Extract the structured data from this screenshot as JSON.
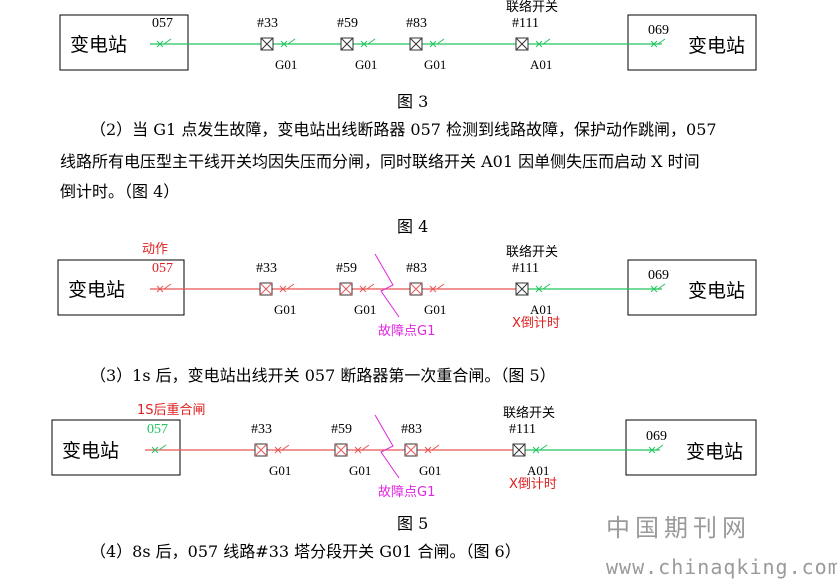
{
  "colors": {
    "energized": "#22c55e",
    "deenergized": "#e85555",
    "fault": "#e026e0",
    "text": "#000000",
    "alarm": "#e02020",
    "normal": "#000000"
  },
  "diagrams": [
    {
      "id": "fig3",
      "left_station": "变电站",
      "right_station": "变电站",
      "left_breaker": {
        "label": "057",
        "state": "closed"
      },
      "right_breaker": {
        "label": "069",
        "state": "closed"
      },
      "tie_label": "联络开关",
      "switches": [
        {
          "id": "#33",
          "sub": "G01",
          "state": "closed"
        },
        {
          "id": "#59",
          "sub": "G01",
          "state": "closed"
        },
        {
          "id": "#83",
          "sub": "G01",
          "state": "closed"
        },
        {
          "id": "#111",
          "sub": "A01",
          "state": "open"
        }
      ],
      "left_line_energized": true,
      "annotations": {
        "breaker_action": "",
        "fault_label": "",
        "tie_note": ""
      }
    },
    {
      "id": "fig4",
      "left_station": "变电站",
      "right_station": "变电站",
      "left_breaker": {
        "label": "057",
        "state": "open"
      },
      "right_breaker": {
        "label": "069",
        "state": "closed"
      },
      "tie_label": "联络开关",
      "switches": [
        {
          "id": "#33",
          "sub": "G01",
          "state": "open"
        },
        {
          "id": "#59",
          "sub": "G01",
          "state": "open"
        },
        {
          "id": "#83",
          "sub": "G01",
          "state": "open"
        },
        {
          "id": "#111",
          "sub": "A01",
          "state": "open"
        }
      ],
      "left_line_energized": false,
      "annotations": {
        "breaker_action": "动作",
        "fault_label": "故障点G1",
        "tie_note": "X倒计时"
      }
    },
    {
      "id": "fig5",
      "left_station": "变电站",
      "right_station": "变电站",
      "left_breaker": {
        "label": "057",
        "state": "closed"
      },
      "right_breaker": {
        "label": "069",
        "state": "closed"
      },
      "tie_label": "联络开关",
      "switches": [
        {
          "id": "#33",
          "sub": "G01",
          "state": "open"
        },
        {
          "id": "#59",
          "sub": "G01",
          "state": "open"
        },
        {
          "id": "#83",
          "sub": "G01",
          "state": "open"
        },
        {
          "id": "#111",
          "sub": "A01",
          "state": "open"
        }
      ],
      "left_line_energized": false,
      "annotations": {
        "breaker_action": "1S后重合闸",
        "fault_label": "故障点G1",
        "tie_note": "X倒计时"
      }
    }
  ],
  "captions": {
    "fig3": "图 3",
    "fig4": "图 4",
    "fig5": "图 5"
  },
  "text": {
    "p2_line1": "（2）当 G1 点发生故障，变电站出线断路器 057 检测到线路故障，保护动作跳闸，057",
    "p2_line2": "线路所有电压型主干线开关均因失压而分闸，同时联络开关 A01 因单侧失压而启动 X 时间",
    "p2_line3": "倒计时。（图 4）",
    "p3": "（3）1s 后，变电站出线开关 057 断路器第一次重合闸。（图 5）",
    "p4": "（4）8s 后，057 线路#33 塔分段开关 G01 合闸。（图 6）"
  },
  "watermark": {
    "line1": "中国期刊网",
    "line2": "www.chinaqking.com"
  }
}
